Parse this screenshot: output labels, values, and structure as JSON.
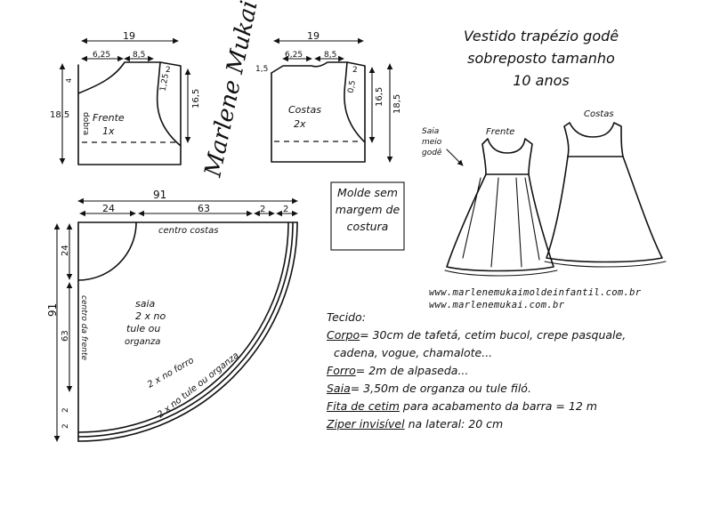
{
  "title": {
    "line1": "Vestido trapézio godê",
    "line2": "sobreposto tamanho",
    "line3": "10 anos"
  },
  "front": {
    "width": "19",
    "shoulder": "6,25",
    "neck": "8,5",
    "left_drop": "4",
    "height_left": "18,5",
    "fold": "dobra",
    "right_drop": "2",
    "armhole_depth": "1,25",
    "height_right": "16,5",
    "label": "Frente",
    "qty": "1x"
  },
  "back": {
    "width": "19",
    "left_drop": "1,5",
    "shoulder": "6,25",
    "neck": "8,5",
    "right_drop": "2",
    "armhole_depth": "0,5",
    "height_right": "16,5",
    "height_far": "18,5",
    "label": "Costas",
    "qty": "2x"
  },
  "signature": "Marlene Mukai",
  "note_box": {
    "l1": "Molde sem",
    "l2": "margem de",
    "l3": "costura"
  },
  "skirt": {
    "total": "91",
    "inner": "24",
    "main": "63",
    "layer1": "2",
    "layer2": "2",
    "left_inner": "24",
    "left_total": "91",
    "left_main": "63",
    "left_l1": "2",
    "left_l2": "2",
    "center_back": "centro costas",
    "center_front": "centro da frente",
    "main_l1": "saia",
    "main_l2": "2 x no",
    "main_l3": "tule ou",
    "main_l4": "organza",
    "band1": "2 x no forro",
    "band2": "2 x no tule ou organza"
  },
  "illustration": {
    "front": "Frente",
    "back": "Costas",
    "skirt_l1": "Saia",
    "skirt_l2": "meio",
    "skirt_l3": "godê"
  },
  "urls": {
    "u1": "www.marlenemukaimoldeinfantil.com.br",
    "u2": "www.marlenemukai.com.br"
  },
  "fabric": {
    "heading": "Tecido:",
    "body_label": "Corpo",
    "body_text": "= 30cm de tafetá, cetim bucol, crepe pasquale,",
    "body_text2": "cadena, vogue, chamalote...",
    "lining_label": "Forro",
    "lining_text": "= 2m de alpaseda...",
    "skirt_label": "Saia",
    "skirt_text": "= 3,50m de organza ou tule filó.",
    "ribbon_label": "Fita de cetim",
    "ribbon_text": " para acabamento da barra = 12 m",
    "zip_label": "Ziper invisível",
    "zip_text": " na lateral: 20 cm"
  }
}
